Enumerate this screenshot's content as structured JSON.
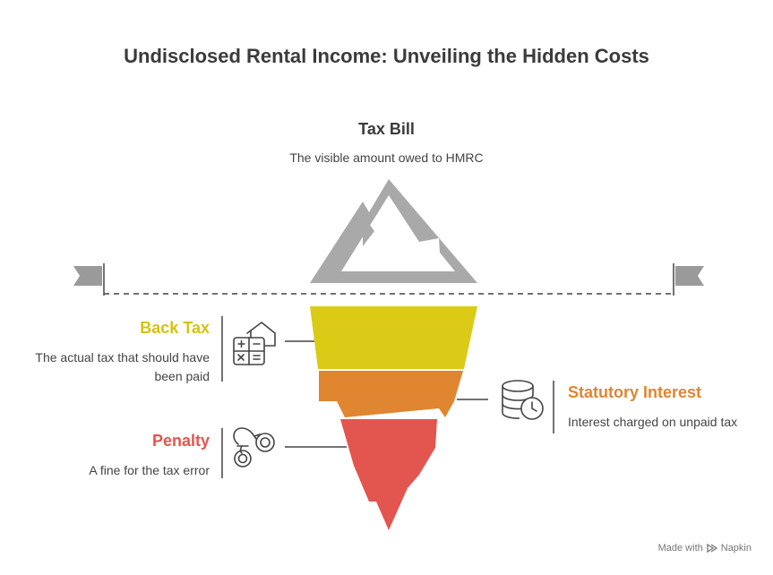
{
  "title": "Undisclosed Rental Income: Unveiling the Hidden Costs",
  "tip": {
    "label": "Tax Bill",
    "description": "The visible amount owed to HMRC"
  },
  "layers": [
    {
      "label": "Back Tax",
      "description_lines": [
        "The actual tax that should have",
        "been paid"
      ],
      "color": "#dccb16",
      "icon": "calculator-house-icon"
    },
    {
      "label": "Statutory Interest",
      "description_lines": [
        "Interest charged on unpaid tax"
      ],
      "color": "#e08530",
      "icon": "coins-clock-icon"
    },
    {
      "label": "Penalty",
      "description_lines": [
        "A fine for the tax error"
      ],
      "color": "#e3554f",
      "icon": "handcuffs-icon"
    }
  ],
  "colors": {
    "mountain": "#a9a9a9",
    "flag": "#9a9a9a",
    "text": "#3b3b3b",
    "back_tax": "#dccb16",
    "statutory_interest": "#e08530",
    "penalty": "#e3554f"
  },
  "footer": {
    "made_with": "Made with",
    "brand": "Napkin"
  }
}
